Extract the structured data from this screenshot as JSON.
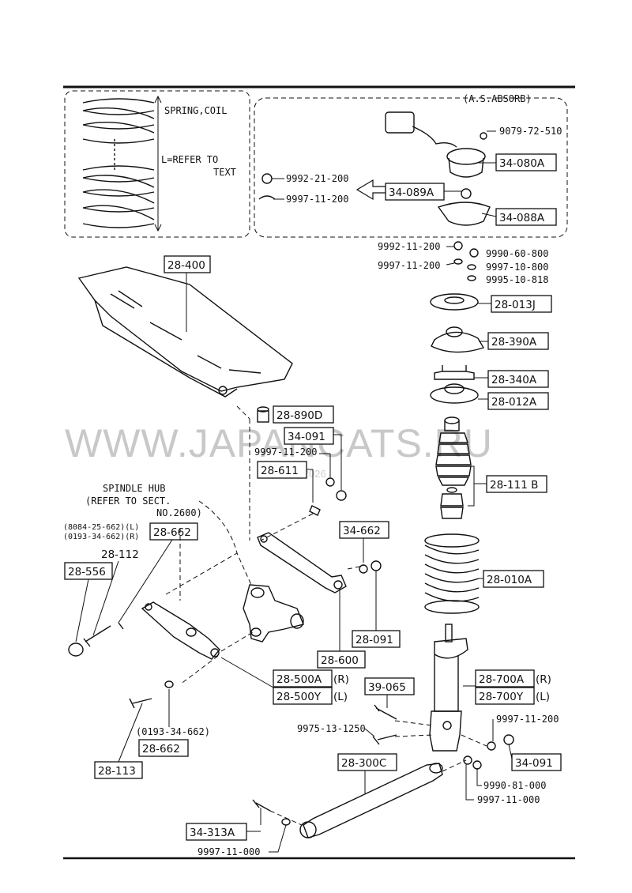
{
  "watermark": {
    "text": "WWW.JAPANCATS.RU",
    "sub": "(c) 2026"
  },
  "inset_left": {
    "spring_label": "SPRING,COIL",
    "length_label_1": "L=REFER TO",
    "length_label_2": "TEXT"
  },
  "inset_right": {
    "title": "(A.S.ABSORB)"
  },
  "spindle_hub": {
    "line1": "SPINDLE HUB",
    "line2": "(REFER TO SECT.",
    "line3": "NO.2600)"
  },
  "part_labels": [
    "9079-72-510",
    "34-080A",
    "9992-21-200",
    "34-089A",
    "9997-11-200",
    "34-088A",
    "28-400",
    "9992-11-200",
    "9997-11-200",
    "9990-60-800",
    "9997-10-800",
    "9995-10-818",
    "28-013J",
    "28-390A",
    "28-340A",
    "28-012A",
    "28-890D",
    "34-091",
    "9997-11-200",
    "28-611",
    "28-111 B",
    "(8084-25-662)(L)",
    "(0193-34-662)(R)",
    "28-662",
    "28-112",
    "34-662",
    "28-556",
    "28-010A",
    "28-091",
    "28-600",
    "28-500A",
    "(R)",
    "28-500Y",
    "(L)",
    "39-065",
    "28-700A",
    "(R)",
    "28-700Y",
    "(L)",
    "9975-13-1250",
    "9997-11-200",
    "(0193-34-662)",
    "28-662",
    "28-113",
    "28-300C",
    "34-091",
    "9990-81-000",
    "9997-11-000",
    "34-313A",
    "9997-11-000"
  ]
}
